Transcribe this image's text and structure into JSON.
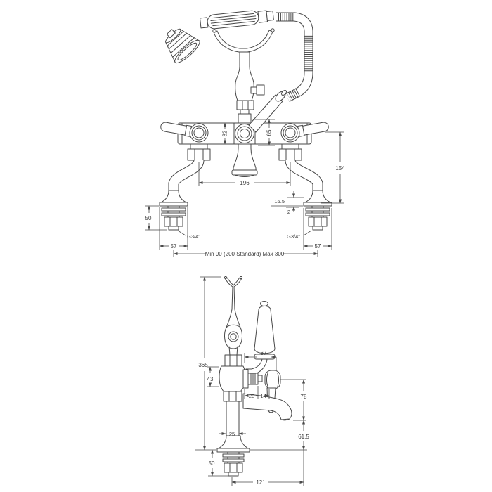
{
  "colors": {
    "line": "#474747",
    "dimension": "#4a4a4a",
    "text": "#3b3b3b",
    "background": "#ffffff"
  },
  "front_view": {
    "dims": {
      "body_height": "32",
      "centre_drop": "65",
      "leg_spacing": "196",
      "handle_to_base": "154",
      "flare_height": "16.5",
      "plate_thickness": "2",
      "shank_length": "50",
      "thread_left": "G3/4\"",
      "thread_right": "G3/4\"",
      "shank_width_left": "57",
      "shank_width_right": "57",
      "centre_range": "Min 90 (200 Standard) Max 300"
    }
  },
  "side_view": {
    "dims": {
      "total_height": "365",
      "handle_offset": "67",
      "body_depth": "43",
      "offset_a": "28",
      "offset_b": "14",
      "spout_drop": "78",
      "pillar_width": "25",
      "outlet_height": "61.5",
      "shank_length": "50",
      "spout_reach": "121"
    }
  }
}
